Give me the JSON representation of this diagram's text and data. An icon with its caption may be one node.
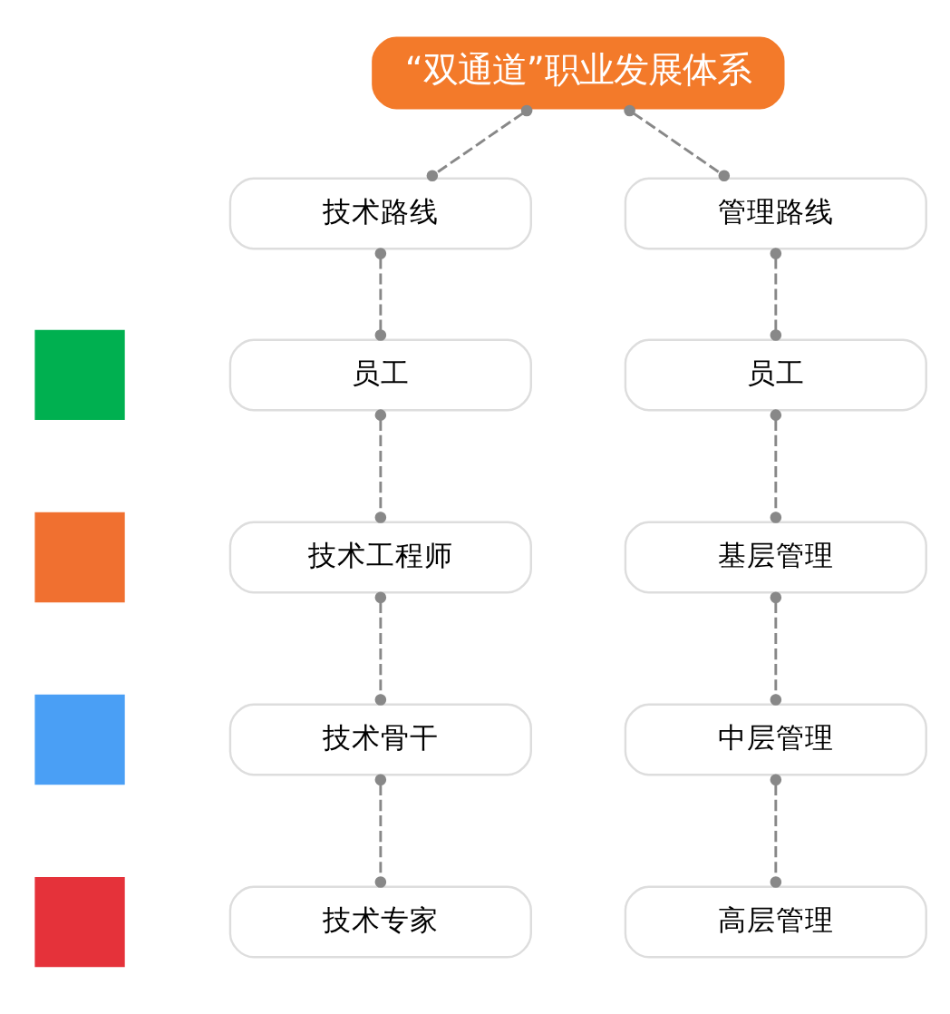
{
  "diagram": {
    "nodes": [
      {
        "text": [
          "“双通道”职业发展体系"
        ]
      },
      {
        "text": [
          "技术路线"
        ]
      },
      {
        "text": [
          "管理路线"
        ]
      },
      {
        "text": [],
        "shape": "person"
      },
      {
        "text": [
          "员工"
        ]
      },
      {
        "text": [
          "员工"
        ]
      },
      {
        "text": [],
        "shape": "person"
      },
      {
        "text": [
          "技术工程师"
        ]
      },
      {
        "text": [
          "基层管理"
        ]
      },
      {
        "text": [],
        "shape": "person"
      },
      {
        "text": [
          "技术骨干"
        ]
      },
      {
        "text": [
          "中层管理"
        ]
      },
      {
        "text": [],
        "shape": "person"
      },
      {
        "text": [
          "技术专家"
        ]
      },
      {
        "text": [
          "高层管理"
        ]
      }
    ],
    "edges": [
      {
        "from": 0,
        "to": 1,
        "arrow": "other",
        "style": "dashed"
      },
      {
        "from": 0,
        "to": 2,
        "arrow": "other",
        "style": "dashed"
      },
      {
        "from": 1,
        "to": 4,
        "arrow": "other",
        "style": "dashed"
      },
      {
        "from": 2,
        "to": 5,
        "arrow": "other",
        "style": "dashed"
      },
      {
        "from": 4,
        "to": 7,
        "arrow": "other",
        "style": "dashed"
      },
      {
        "from": 5,
        "to": 8,
        "arrow": "other",
        "style": "dashed"
      },
      {
        "from": 7,
        "to": 10,
        "arrow": "other",
        "style": "dashed"
      },
      {
        "from": 8,
        "to": 11,
        "arrow": "other",
        "style": "dashed"
      },
      {
        "from": 10,
        "to": 13,
        "arrow": "other",
        "style": "dashed"
      },
      {
        "from": 11,
        "to": 14,
        "arrow": "other",
        "style": "dashed"
      }
    ]
  }
}
